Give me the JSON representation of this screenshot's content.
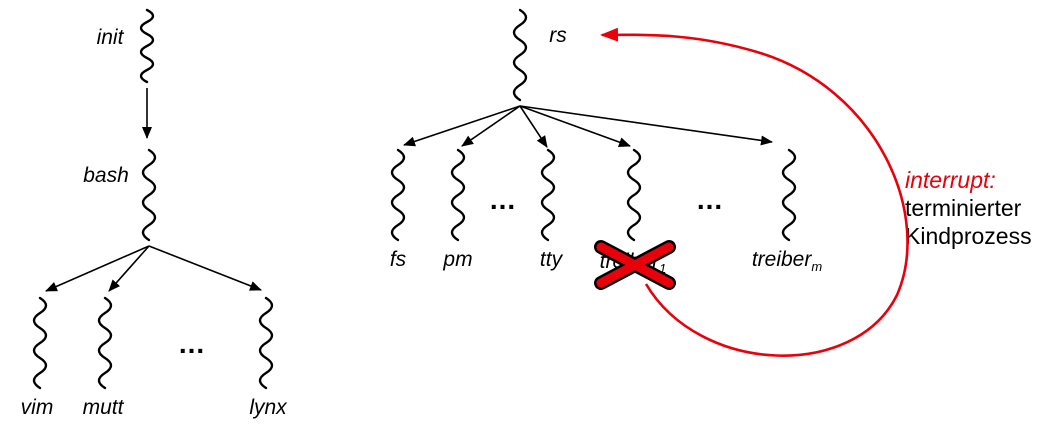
{
  "colors": {
    "red": "#e8000b",
    "black": "#000000"
  },
  "left_tree": {
    "root": "init",
    "shell": "bash",
    "leaves": [
      "vim",
      "mutt",
      "lynx"
    ],
    "ellipsis": "..."
  },
  "right_tree": {
    "root": "rs",
    "servers": [
      "fs",
      "pm",
      "tty"
    ],
    "driver1": {
      "base": "treiber",
      "sub": "1"
    },
    "driverM": {
      "base": "treiber",
      "sub": "m"
    },
    "ellipsis_left": "...",
    "ellipsis_right": "..."
  },
  "annotation": {
    "heading": "interrupt:",
    "line1": "terminierter",
    "line2": "Kindprozess"
  }
}
